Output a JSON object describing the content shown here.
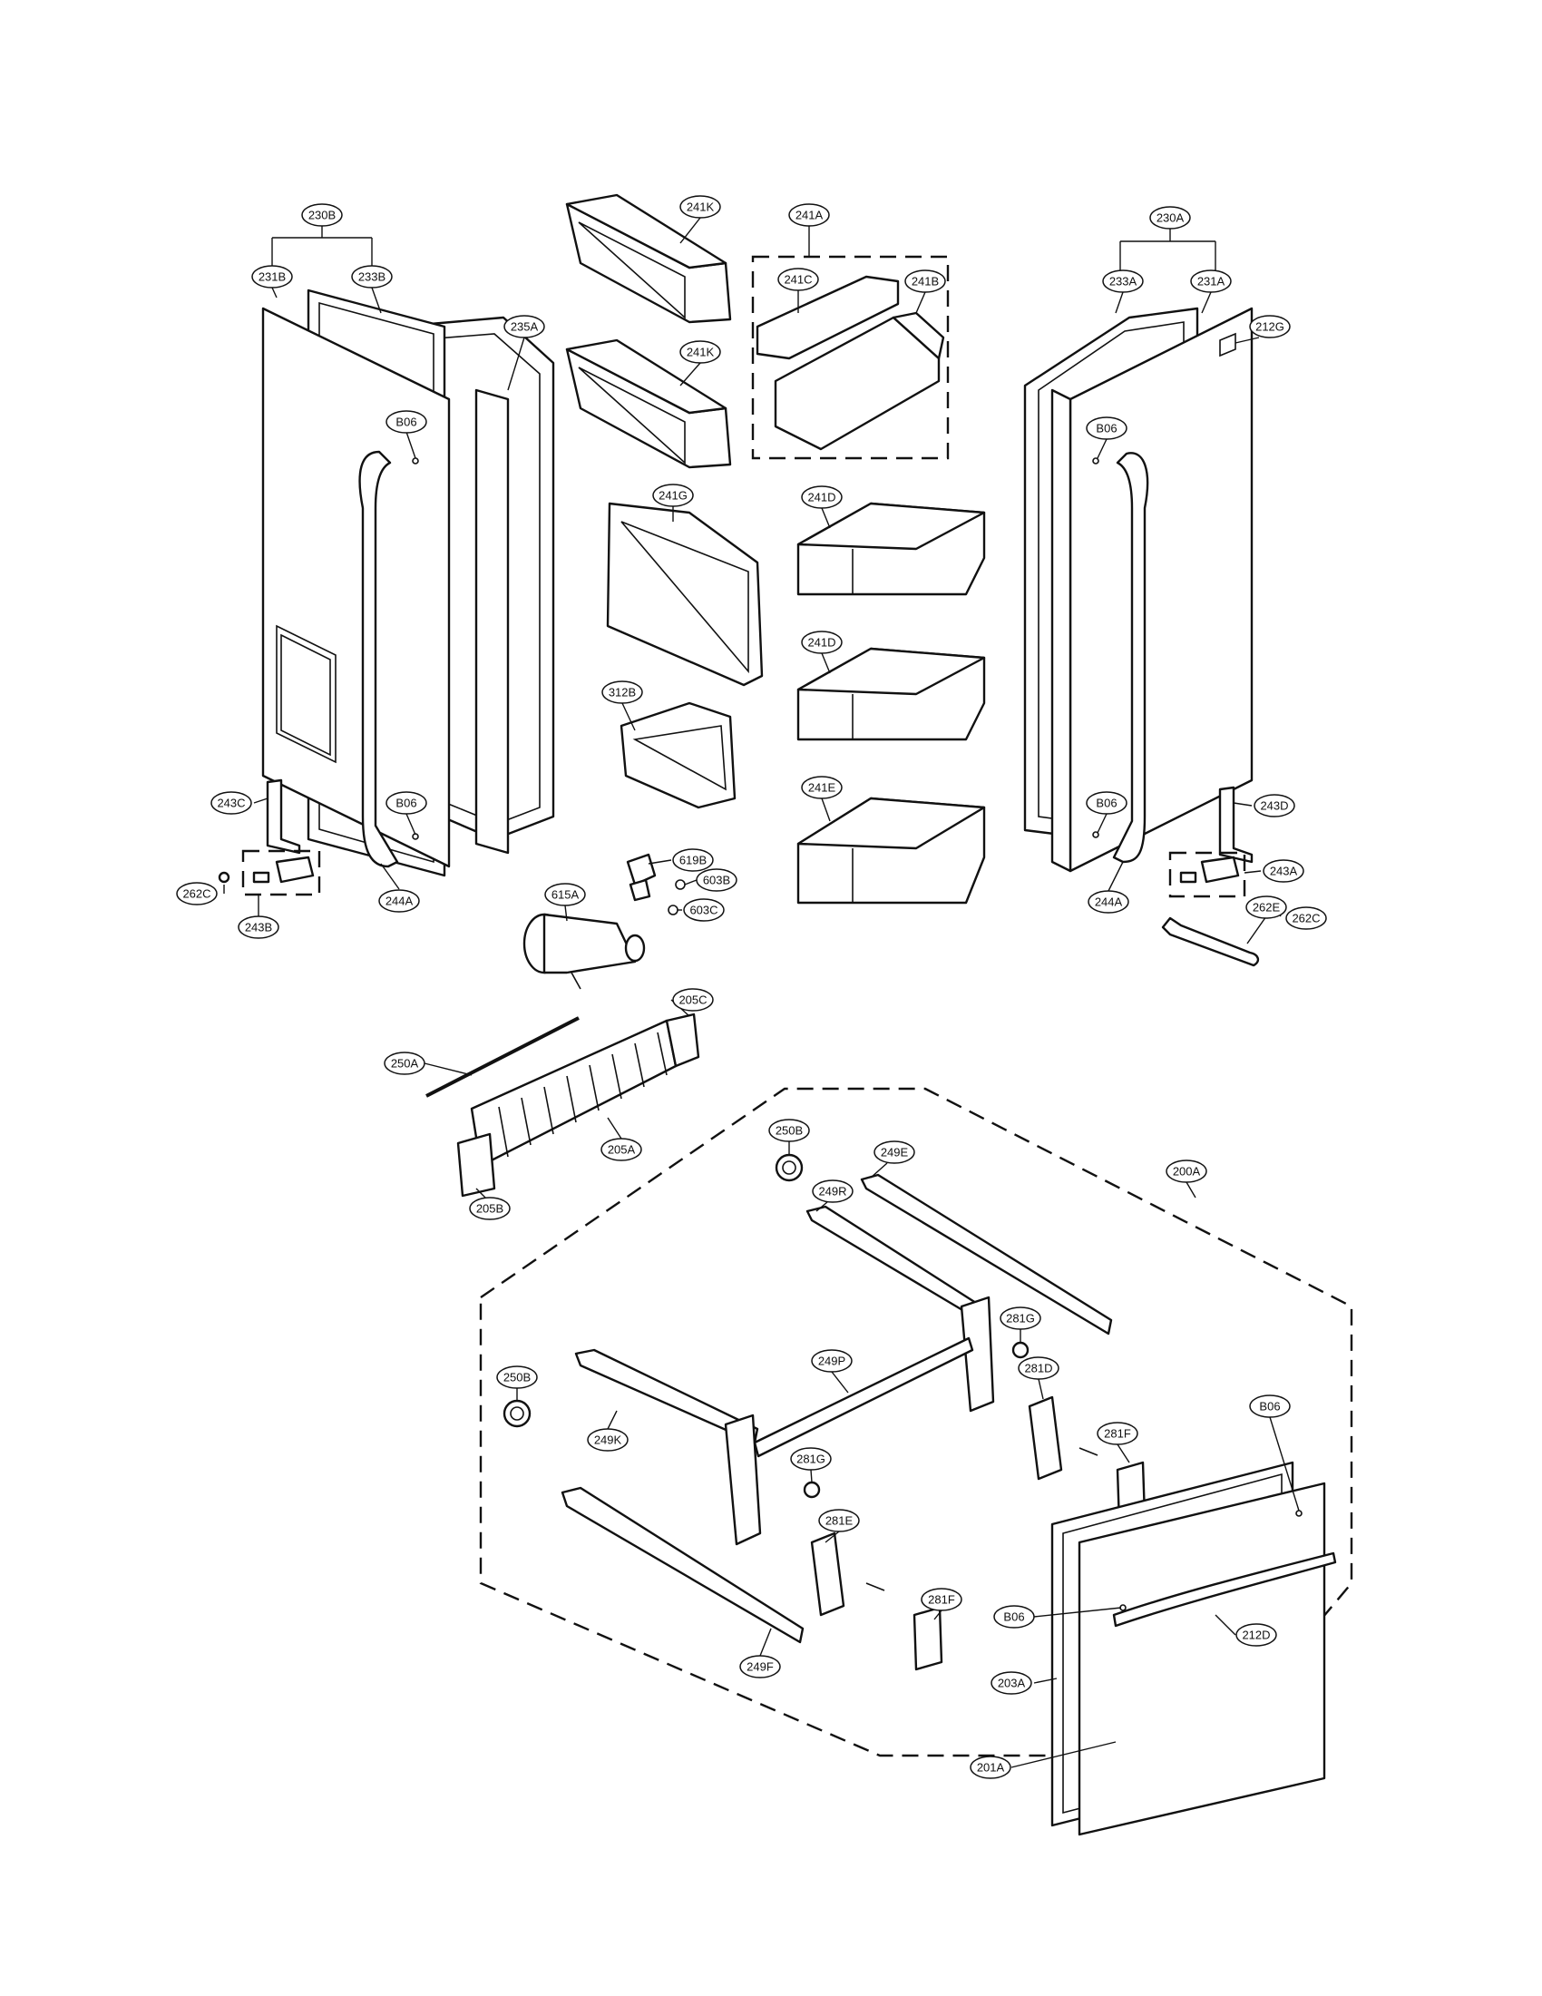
{
  "diagram": {
    "callouts": [
      {
        "id": "c230B",
        "label": "230B"
      },
      {
        "id": "c231B",
        "label": "231B"
      },
      {
        "id": "c233B",
        "label": "233B"
      },
      {
        "id": "c235A",
        "label": "235A"
      },
      {
        "id": "cB06a",
        "label": "B06"
      },
      {
        "id": "cB06b",
        "label": "B06"
      },
      {
        "id": "c243C",
        "label": "243C"
      },
      {
        "id": "c262Ca",
        "label": "262C"
      },
      {
        "id": "c243B",
        "label": "243B"
      },
      {
        "id": "c244Aa",
        "label": "244A"
      },
      {
        "id": "c241Ka",
        "label": "241K"
      },
      {
        "id": "c241Kb",
        "label": "241K"
      },
      {
        "id": "c241A",
        "label": "241A"
      },
      {
        "id": "c241C",
        "label": "241C"
      },
      {
        "id": "c241B",
        "label": "241B"
      },
      {
        "id": "c241G",
        "label": "241G"
      },
      {
        "id": "c241Da",
        "label": "241D"
      },
      {
        "id": "c241Db",
        "label": "241D"
      },
      {
        "id": "c241E",
        "label": "241E"
      },
      {
        "id": "c312B",
        "label": "312B"
      },
      {
        "id": "c619B",
        "label": "619B"
      },
      {
        "id": "c603B",
        "label": "603B"
      },
      {
        "id": "c603C",
        "label": "603C"
      },
      {
        "id": "c615A",
        "label": "615A"
      },
      {
        "id": "c230A",
        "label": "230A"
      },
      {
        "id": "c233A",
        "label": "233A"
      },
      {
        "id": "c231A",
        "label": "231A"
      },
      {
        "id": "c212G",
        "label": "212G"
      },
      {
        "id": "cB06c",
        "label": "B06"
      },
      {
        "id": "cB06d",
        "label": "B06"
      },
      {
        "id": "c243D",
        "label": "243D"
      },
      {
        "id": "c243A",
        "label": "243A"
      },
      {
        "id": "c262E",
        "label": "262E"
      },
      {
        "id": "c262Cb",
        "label": "262C"
      },
      {
        "id": "c244Ab",
        "label": "244A"
      },
      {
        "id": "c205C",
        "label": "205C"
      },
      {
        "id": "c250A",
        "label": "250A"
      },
      {
        "id": "c205A",
        "label": "205A"
      },
      {
        "id": "c205B",
        "label": "205B"
      },
      {
        "id": "c250Ba",
        "label": "250B"
      },
      {
        "id": "c249E",
        "label": "249E"
      },
      {
        "id": "c249R",
        "label": "249R"
      },
      {
        "id": "c200A",
        "label": "200A"
      },
      {
        "id": "c281Ga",
        "label": "281G"
      },
      {
        "id": "c250Bb",
        "label": "250B"
      },
      {
        "id": "c249P",
        "label": "249P"
      },
      {
        "id": "c281D",
        "label": "281D"
      },
      {
        "id": "c249K",
        "label": "249K"
      },
      {
        "id": "c281Fa",
        "label": "281F"
      },
      {
        "id": "cB06e",
        "label": "B06"
      },
      {
        "id": "c281Gb",
        "label": "281G"
      },
      {
        "id": "c281E",
        "label": "281E"
      },
      {
        "id": "c281Fb",
        "label": "281F"
      },
      {
        "id": "cB06f",
        "label": "B06"
      },
      {
        "id": "c212D",
        "label": "212D"
      },
      {
        "id": "c249F",
        "label": "249F"
      },
      {
        "id": "c203A",
        "label": "203A"
      },
      {
        "id": "c201A",
        "label": "201A"
      }
    ]
  }
}
